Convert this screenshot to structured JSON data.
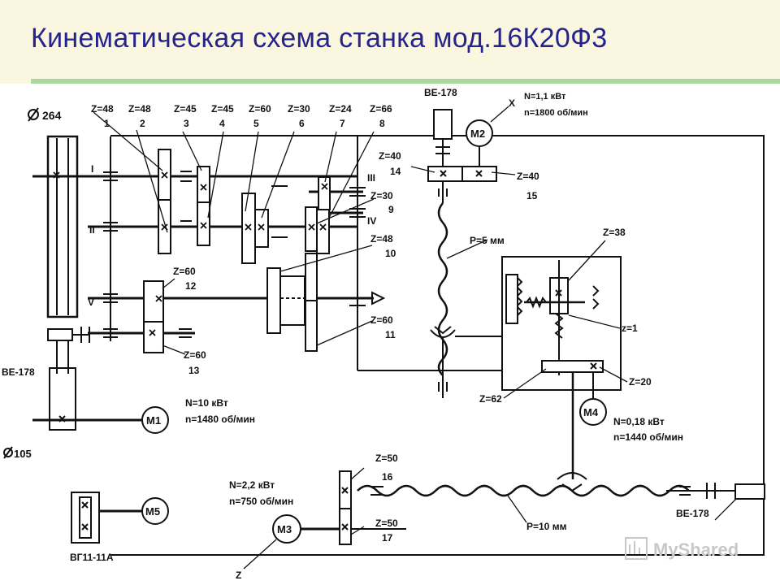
{
  "title": "Кинематическая схема станка мод.16К20Ф3",
  "pulleys": {
    "top": "264",
    "bottom": "105"
  },
  "shafts": {
    "I": "I",
    "II": "II",
    "III": "III",
    "IV": "IV",
    "V": "V",
    "X": "X",
    "Z": "Z"
  },
  "gears": {
    "g1": {
      "z": "Z=48",
      "n": "1"
    },
    "g2": {
      "z": "Z=48",
      "n": "2"
    },
    "g3": {
      "z": "Z=45",
      "n": "3"
    },
    "g4": {
      "z": "Z=45",
      "n": "4"
    },
    "g5": {
      "z": "Z=60",
      "n": "5"
    },
    "g6": {
      "z": "Z=30",
      "n": "6"
    },
    "g7": {
      "z": "Z=24",
      "n": "7"
    },
    "g8": {
      "z": "Z=66",
      "n": "8"
    },
    "g9": {
      "z": "Z=30",
      "n": "9"
    },
    "g10": {
      "z": "Z=48",
      "n": "10"
    },
    "g11": {
      "z": "Z=60",
      "n": "11"
    },
    "g12": {
      "z": "Z=60",
      "n": "12"
    },
    "g13": {
      "z": "Z=60",
      "n": "13"
    },
    "g14": {
      "z": "Z=40",
      "n": "14"
    },
    "g15": {
      "z": "Z=40",
      "n": "15"
    },
    "g16": {
      "z": "Z=50",
      "n": "16"
    },
    "g17": {
      "z": "Z=50",
      "n": "17"
    },
    "z38": "Z=38",
    "z1": "z=1",
    "z20": "Z=20",
    "z62": "Z=62"
  },
  "screws": {
    "p5": "P=5 мм",
    "p10": "P=10 мм"
  },
  "encoders": {
    "top": "ВЕ-178",
    "left": "ВЕ-178",
    "bottom": "ВЕ-178",
    "gearbox": "ВГ11-11А"
  },
  "motors": {
    "m1": {
      "name": "M1",
      "power": "N=10 кВт",
      "speed": "n=1480 об/мин"
    },
    "m2": {
      "name": "M2",
      "power": "N=1,1 кВт",
      "speed": "n=1800 об/мин"
    },
    "m3": {
      "name": "M3",
      "power": "N=2,2 кВт",
      "speed": "n=750 об/мин"
    },
    "m4": {
      "name": "M4",
      "power": "N=0,18 кВт",
      "speed": "n=1440 об/мин"
    },
    "m5": {
      "name": "M5"
    }
  },
  "watermark": "MyShared",
  "colors": {
    "title": "#24248c",
    "rule": "#a9d8a0",
    "background": "#fbf6df",
    "ink": "#111111"
  }
}
